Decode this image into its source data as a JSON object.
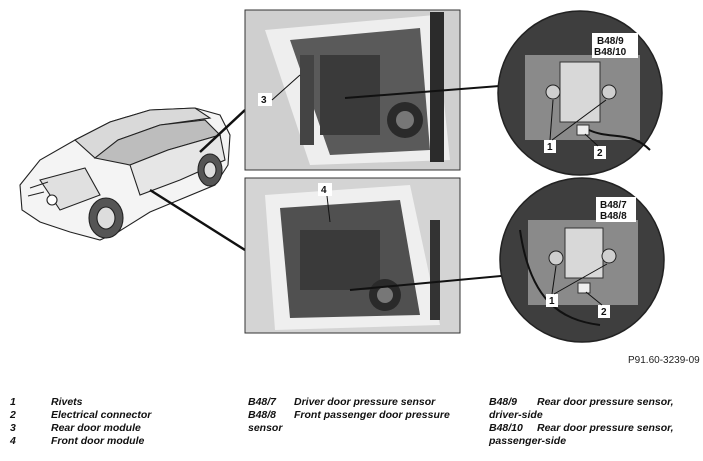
{
  "figure_id": "P91.60-3239-09",
  "callouts": {
    "rear_module": "3",
    "front_module": "4",
    "rear_sensors": "B48/9\nB48/10",
    "front_sensors": "B48/7\nB48/8",
    "rivets": "1",
    "connector": "2"
  },
  "legend": {
    "col1": [
      {
        "key": "1",
        "text": "Rivets"
      },
      {
        "key": "2",
        "text": "Electrical connector"
      },
      {
        "key": "3",
        "text": "Rear door module"
      },
      {
        "key": "4",
        "text": "Front door module"
      }
    ],
    "col2": [
      {
        "key": "B48/7",
        "text": "Driver door pressure sensor"
      },
      {
        "key": "B48/8",
        "text": "Front passenger door pressure"
      },
      {
        "key": "sensor",
        "text": ""
      }
    ],
    "col3": [
      {
        "key": "B48/9",
        "text": "Rear door pressure sensor,",
        "cont": "driver-side"
      },
      {
        "key": "B48/10",
        "text": "Rear door pressure sensor,",
        "cont": "passenger-side"
      }
    ]
  }
}
